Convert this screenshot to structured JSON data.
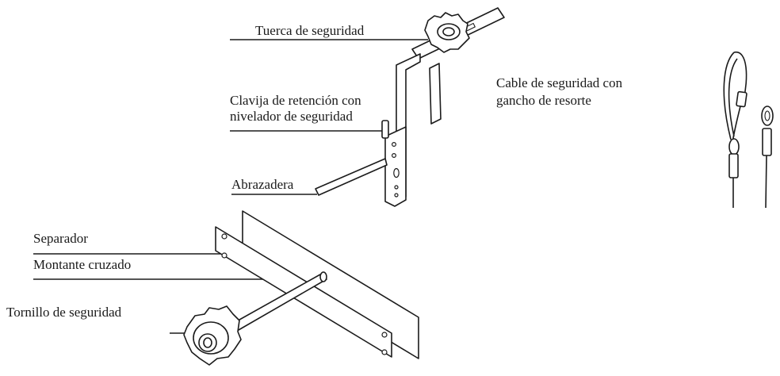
{
  "labels": {
    "lock_nut": "Tuerca de seguridad",
    "retention_pin_line1": "Clavija de retención con",
    "retention_pin_line2": "nivelador de seguridad",
    "clamp": "Abrazadera",
    "safety_cable_line1": "Cable de seguridad con",
    "safety_cable_line2": "gancho de resorte",
    "spacer": "Separador",
    "cross_upright": "Montante cruzado",
    "safety_screw": "Tornillo de seguridad"
  },
  "icons": [
    "bracket-assembly-drawing",
    "lock-nut-knob",
    "safety-cable-with-spring-hook",
    "spacer-plate-drawing",
    "safety-screw-knob"
  ],
  "colors": {
    "line": "#1b1b1b",
    "background": "#ffffff",
    "text": "#1a1a1a"
  }
}
